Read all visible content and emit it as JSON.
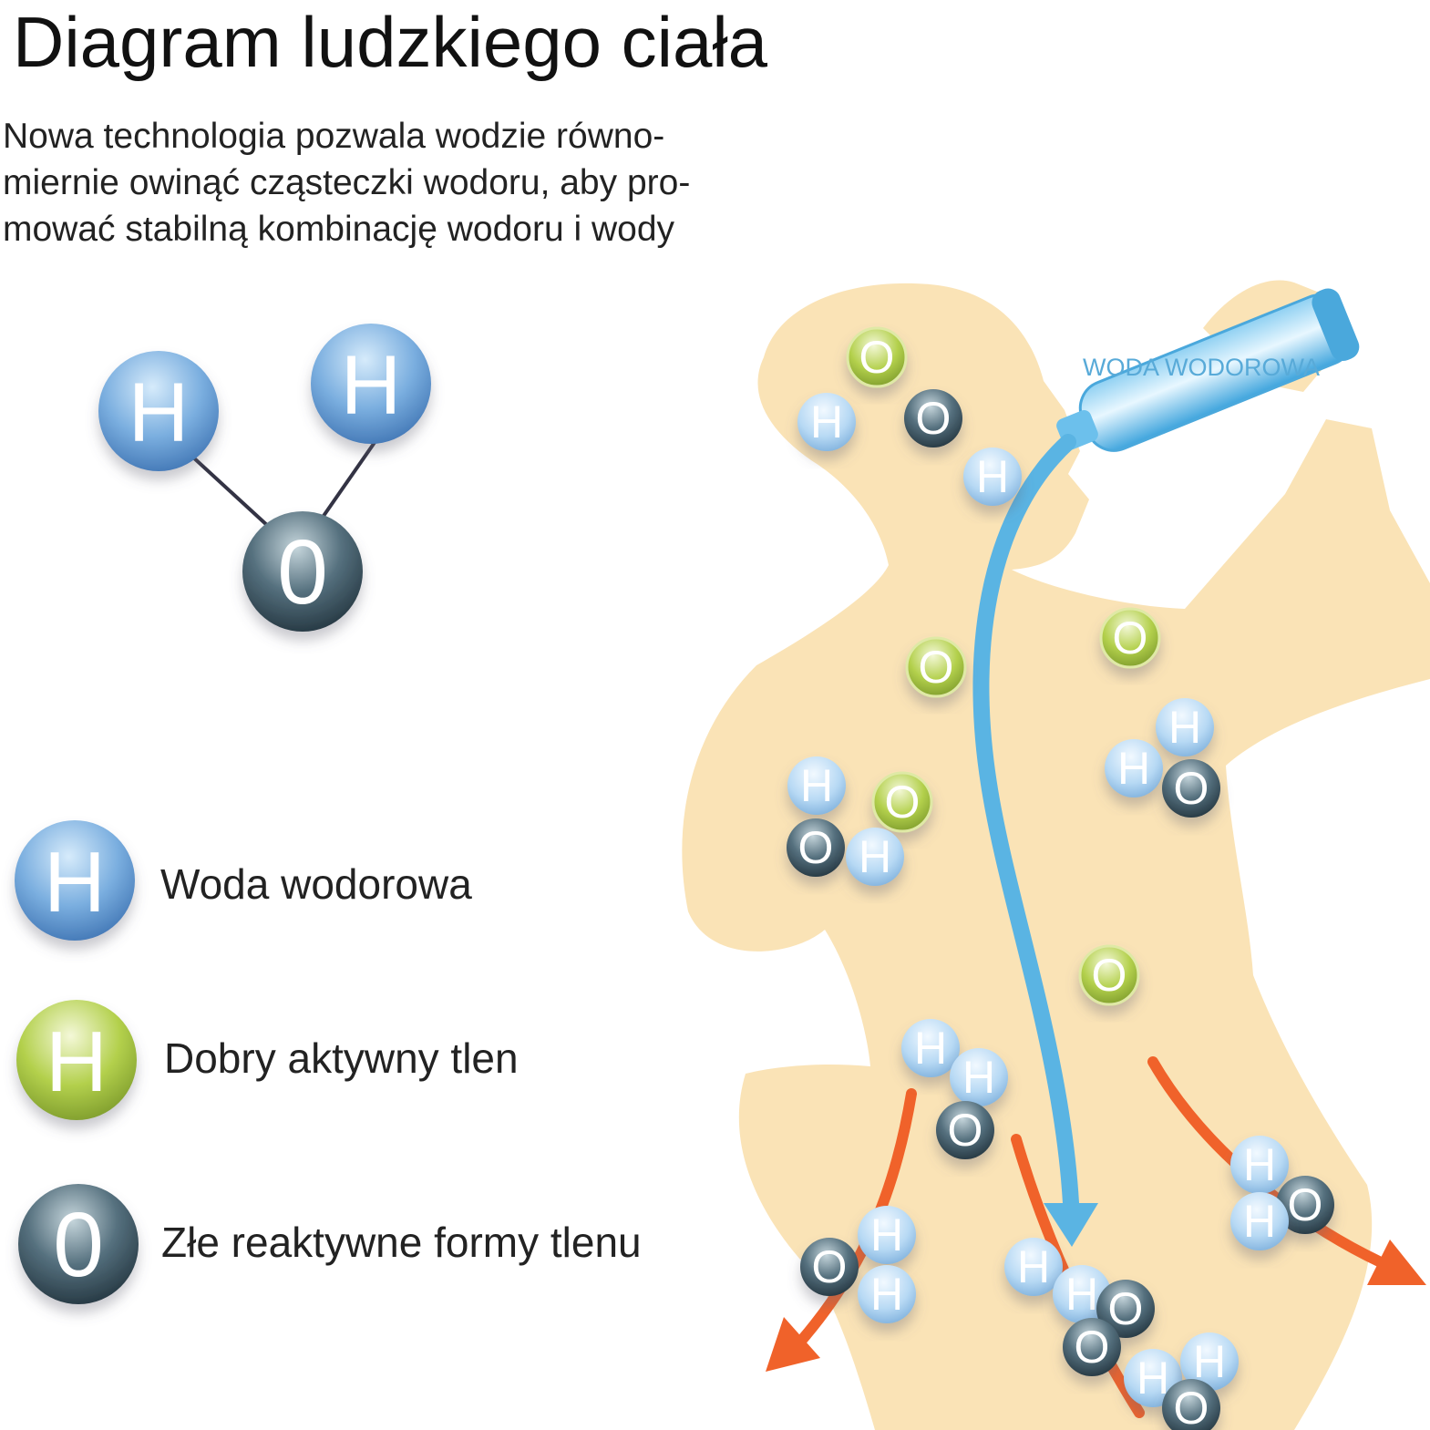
{
  "title": "Diagram ludzkiego ciała",
  "intro": [
    "Nowa technologia pozwala wodzie równo-",
    "miernie owinąć cząsteczki wodoru, aby pro-",
    "mować stabilną kombinację wodoru i wody"
  ],
  "bottle_label": "WODA WODOROWA",
  "legend": [
    {
      "letter": "H",
      "label": "Woda wodorowa",
      "color": "blue"
    },
    {
      "letter": "H",
      "label": "Dobry aktywny tlen",
      "color": "green"
    },
    {
      "letter": "0",
      "label": "Złe reaktywne formy tlenu",
      "color": "dark"
    }
  ],
  "molecule_letters": {
    "h1": "H",
    "h2": "H",
    "o": "0"
  },
  "colors": {
    "skin": "#fae3b6",
    "hydrogen": "#7aaedf",
    "active_oxygen": "#b3d04c",
    "reactive_oxygen": "#3c5868",
    "flow_arrow": "#5ab4e3",
    "exit_arrow": "#f0622a"
  }
}
